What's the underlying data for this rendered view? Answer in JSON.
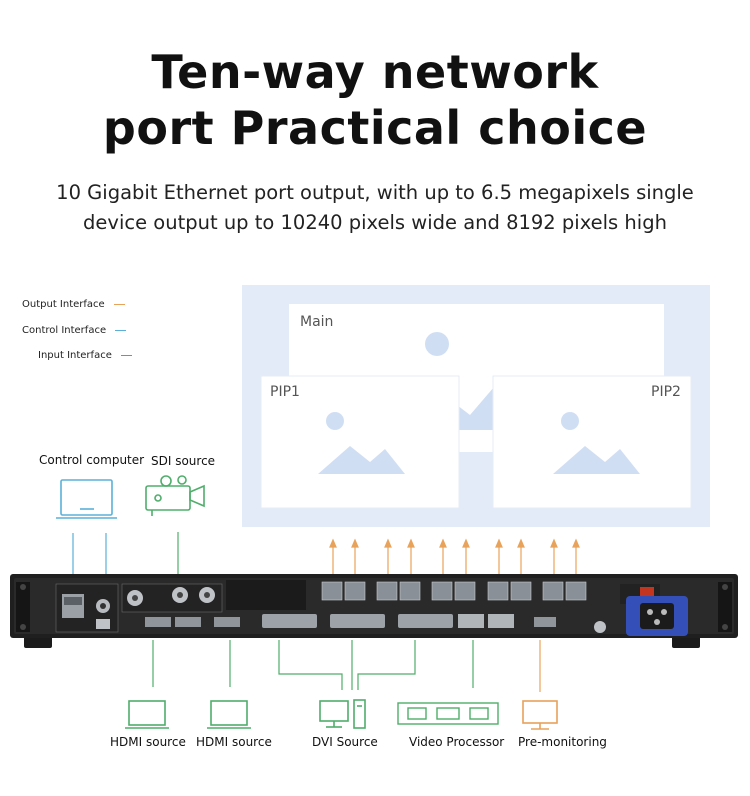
{
  "header": {
    "title_line1": "Ten-way network",
    "title_line2": "port Practical choice",
    "subtitle_line1": "10 Gigabit Ethernet port output, with up to 6.5 megapixels single",
    "subtitle_line2": "device output up to 10240 pixels wide and 8192 pixels high"
  },
  "legend": [
    {
      "label": "Output Interface",
      "color": "#e8a25a"
    },
    {
      "label": "Control Interface",
      "color": "#5ab0d8"
    },
    {
      "label": "Input Interface",
      "color": "#4fae6a"
    }
  ],
  "screens": {
    "main": "Main",
    "pip1": "PIP1",
    "pip2": "PIP2"
  },
  "top_devices": {
    "control_computer": "Control computer",
    "sdi_source": "SDI source"
  },
  "bottom_devices": [
    {
      "label": "HDMI source"
    },
    {
      "label": "HDMI source"
    },
    {
      "label": "DVI Source"
    },
    {
      "label": "Video Processor"
    },
    {
      "label": "Pre-monitoring"
    }
  ],
  "colors": {
    "output": "#e8a25a",
    "control": "#5ab0d8",
    "input": "#4fae6a",
    "panel_bg": "#e3ebf8",
    "placeholder": "#d0def4"
  }
}
